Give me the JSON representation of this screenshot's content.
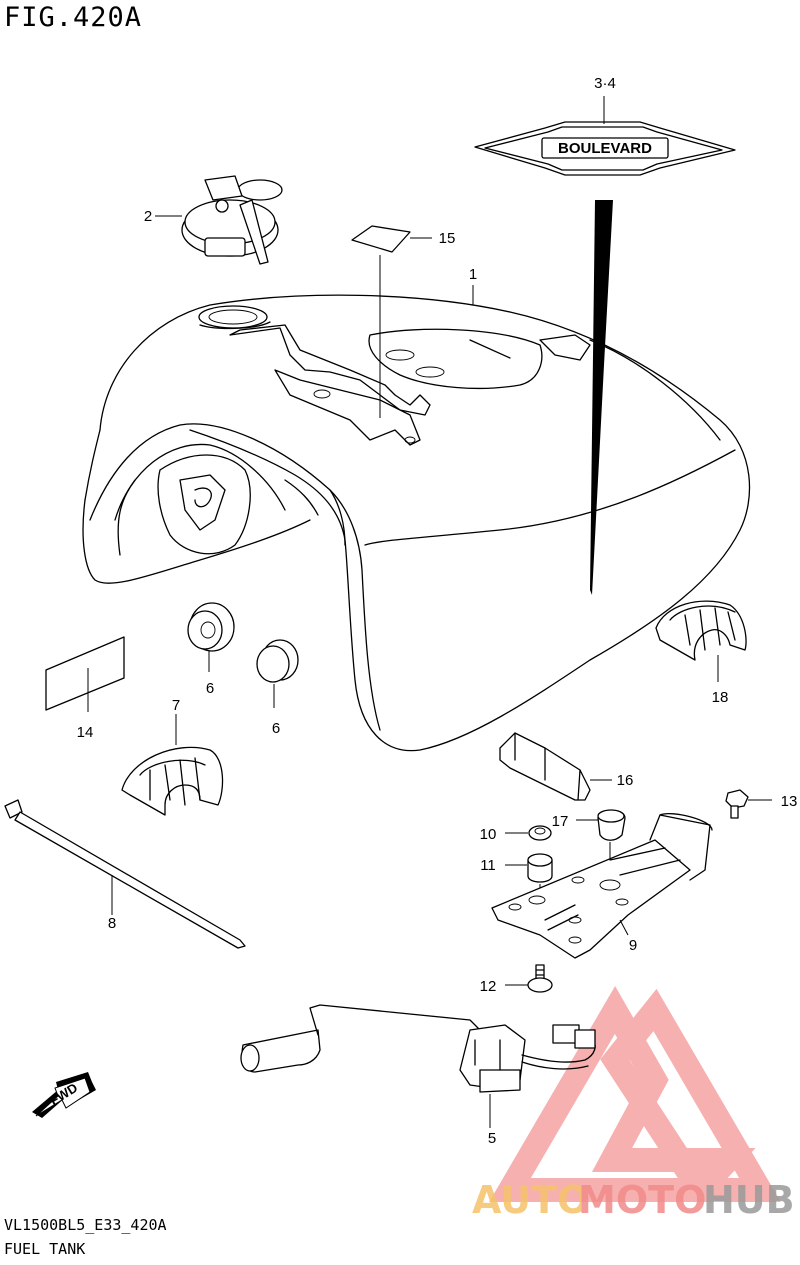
{
  "figure": {
    "title": "FIG.420A",
    "model_code": "VL1500BL5_E33_420A",
    "section_name": "FUEL TANK"
  },
  "callouts": {
    "c1": "1",
    "c2": "2",
    "c34": "3·4",
    "c5": "5",
    "c6a": "6",
    "c6b": "6",
    "c7": "7",
    "c8": "8",
    "c9": "9",
    "c10": "10",
    "c11": "11",
    "c12": "12",
    "c13": "13",
    "c14": "14",
    "c15": "15",
    "c16": "16",
    "c17": "17",
    "c18": "18"
  },
  "emblem": {
    "text": "BOULEVARD"
  },
  "fwd_arrow": {
    "text": "FWD"
  },
  "watermark": {
    "text_a": "AUTO",
    "text_b": "MOTO",
    "text_c": "HUB",
    "color_a": "#f5c26b",
    "color_b": "#f28a8a",
    "color_c": "#9a9a9a"
  }
}
